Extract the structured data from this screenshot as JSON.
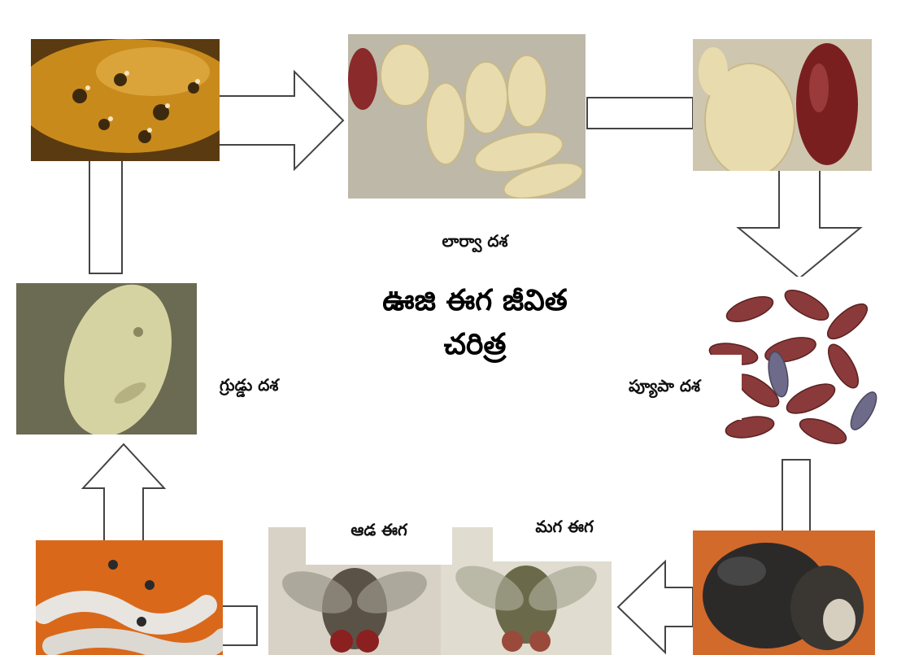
{
  "title": {
    "line1": "ఊజి ఈగ జీవిత",
    "line2": "చరిత్ర"
  },
  "stages": {
    "larva": "లార్వా దశ",
    "egg": "గ్రుడ్డు దశ",
    "pupa": "ప్యూపా దశ",
    "female": "ఆడ ఈగ",
    "male": "మగ ఈగ"
  },
  "colors": {
    "arrow_stroke": "#444444",
    "arrow_fill": "#ffffff",
    "larva_color": "#e8dcae",
    "pupa_color": "#8a3a3a",
    "egg_color": "#d6d3a2",
    "silkworm_host": "#c98a1c"
  }
}
